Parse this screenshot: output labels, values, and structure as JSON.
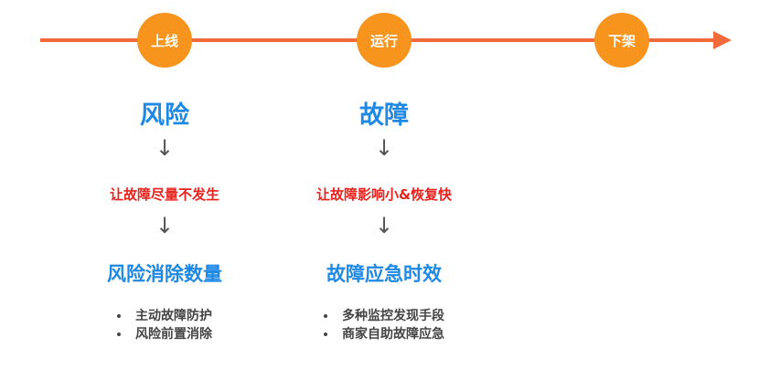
{
  "timeline": {
    "stages": [
      "上线",
      "运行",
      "下架"
    ]
  },
  "columns": [
    {
      "title": "风险",
      "goal": "让故障尽量不发生",
      "subtitle": "风险消除数量",
      "bullets": [
        "主动故障防护",
        "风险前置消除"
      ]
    },
    {
      "title": "故障",
      "goal": "让故障影响小&恢复快",
      "subtitle": "故障应急时效",
      "bullets": [
        "多种监控发现手段",
        "商家自助故障应急"
      ]
    }
  ],
  "colors": {
    "timeline": "#f06a3a",
    "stage_circle": "#f7941d",
    "title": "#1e88e5",
    "goal": "#e8221c",
    "bullet_text": "#444444"
  },
  "icons": {
    "down_arrow": "↓"
  }
}
